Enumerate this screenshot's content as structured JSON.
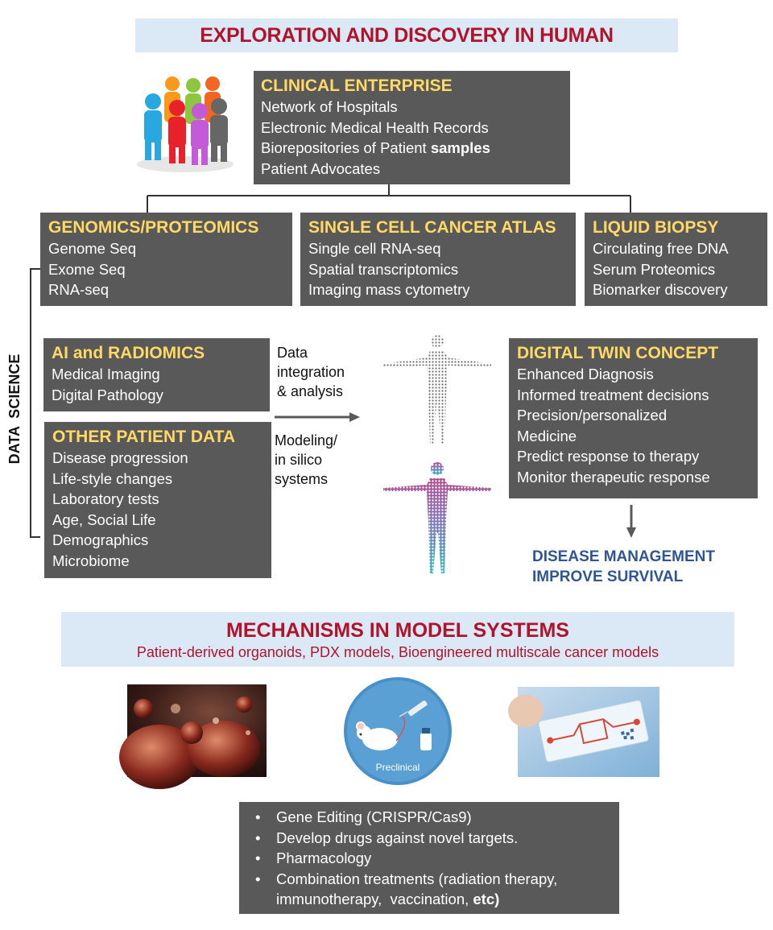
{
  "top_banner": {
    "title": "EXPLORATION AND DISCOVERY IN HUMAN"
  },
  "clinical": {
    "heading": "CLINICAL ENTERPRISE",
    "lines": [
      "Network of Hospitals",
      "Electronic Medical Health Records"
    ],
    "line3_prefix": "Biorepositories of Patient ",
    "line3_bold": "samples",
    "line4": "Patient Advocates"
  },
  "genomics": {
    "heading": "GENOMICS/PROTEOMICS",
    "lines": [
      "Genome Seq",
      "Exome Seq",
      "RNA-seq"
    ]
  },
  "single_cell": {
    "heading": "SINGLE CELL CANCER ATLAS",
    "lines": [
      "Single cell RNA-seq",
      "Spatial transcriptomics",
      "Imaging mass cytometry"
    ]
  },
  "liquid": {
    "heading": "LIQUID BIOPSY",
    "lines": [
      "Circulating free DNA",
      "Serum Proteomics",
      "Biomarker discovery"
    ]
  },
  "data_science_label": "DATA  SCIENCE",
  "ai": {
    "heading": "AI and RADIOMICS",
    "lines": [
      "Medical Imaging",
      "Digital Pathology"
    ]
  },
  "other": {
    "heading": "OTHER PATIENT DATA",
    "lines": [
      "Disease progression",
      "Life-style changes",
      "Laboratory tests",
      "Age, Social Life",
      "Demographics",
      "Microbiome"
    ]
  },
  "integration": {
    "lines": [
      "Data",
      "integration",
      "& analysis"
    ]
  },
  "modeling": {
    "lines": [
      "Modeling/",
      "in silico",
      "systems"
    ]
  },
  "twin": {
    "heading": "DIGITAL TWIN CONCEPT",
    "lines": [
      "Enhanced Diagnosis",
      "Informed treatment decisions",
      "Precision/personalized",
      "Medicine",
      "Predict response to therapy",
      "Monitor therapeutic response"
    ]
  },
  "outcome": {
    "lines": [
      "DISEASE MANAGEMENT",
      "IMPROVE SURVIVAL"
    ]
  },
  "bottom_banner": {
    "title": "MECHANISMS IN MODEL SYSTEMS",
    "subtitle": "Patient-derived organoids, PDX models, Bioengineered multiscale cancer models"
  },
  "preclinical_label": "Preclinical",
  "mechanisms": {
    "items": [
      "Gene Editing (CRISPR/Cas9)",
      "Develop drugs against novel targets.",
      "Pharmacology",
      "Combination treatments (radiation therapy,"
    ],
    "last_prefix": "immunotherapy,  vaccination, ",
    "last_bold": "etc)"
  },
  "colors": {
    "box": "#595959",
    "heading": "#ffd966",
    "banner": "#dbe9f6",
    "banner_title": "#b0142b",
    "outcome": "#2f5597"
  }
}
